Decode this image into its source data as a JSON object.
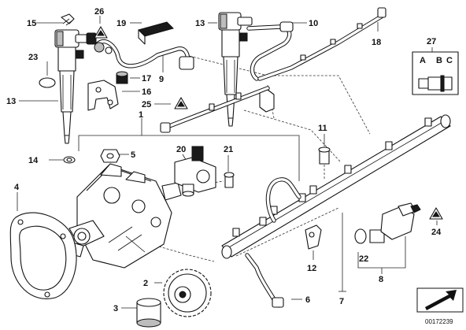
{
  "callouts": [
    {
      "id": "c15",
      "text": "15"
    },
    {
      "id": "c26",
      "text": "26"
    },
    {
      "id": "c19",
      "text": "19"
    },
    {
      "id": "c23",
      "text": "23"
    },
    {
      "id": "c13a",
      "text": "13"
    },
    {
      "id": "c14",
      "text": "14"
    },
    {
      "id": "c17",
      "text": "17"
    },
    {
      "id": "c9",
      "text": "9"
    },
    {
      "id": "c16",
      "text": "16"
    },
    {
      "id": "c25",
      "text": "25"
    },
    {
      "id": "c1",
      "text": "1"
    },
    {
      "id": "c5",
      "text": "5"
    },
    {
      "id": "c4",
      "text": "4"
    },
    {
      "id": "c20",
      "text": "20"
    },
    {
      "id": "c21",
      "text": "21"
    },
    {
      "id": "c13b",
      "text": "13"
    },
    {
      "id": "c10",
      "text": "10"
    },
    {
      "id": "c18",
      "text": "18"
    },
    {
      "id": "c27",
      "text": "27"
    },
    {
      "id": "cA",
      "text": "A"
    },
    {
      "id": "cB",
      "text": "B"
    },
    {
      "id": "cC",
      "text": "C"
    },
    {
      "id": "c11",
      "text": "11"
    },
    {
      "id": "c24",
      "text": "24"
    },
    {
      "id": "c22",
      "text": "22"
    },
    {
      "id": "c8",
      "text": "8"
    },
    {
      "id": "c12",
      "text": "12"
    },
    {
      "id": "c2",
      "text": "2"
    },
    {
      "id": "c3",
      "text": "3"
    },
    {
      "id": "c6",
      "text": "6"
    },
    {
      "id": "c7",
      "text": "7"
    }
  ],
  "reference_number": "00172239"
}
